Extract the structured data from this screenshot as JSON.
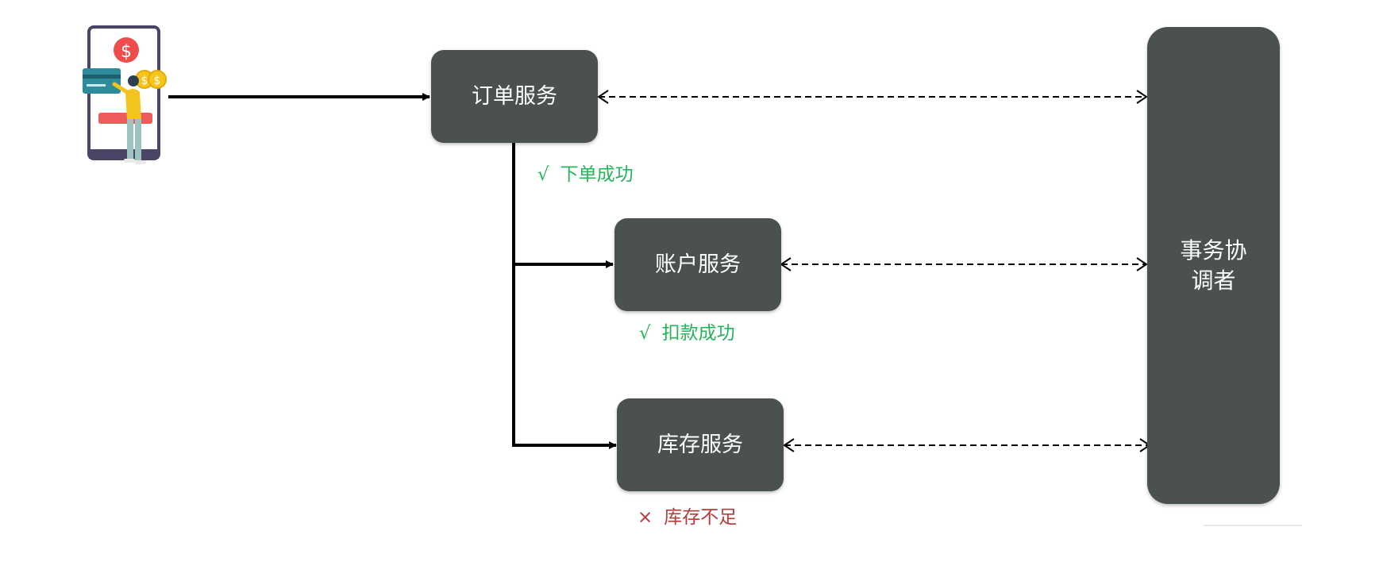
{
  "nodes": {
    "order": {
      "label": "订单服务"
    },
    "account": {
      "label": "账户服务"
    },
    "storage": {
      "label": "库存服务"
    },
    "coordinator": {
      "label": "事务协调者"
    }
  },
  "statuses": {
    "order": {
      "mark": "√",
      "text": "下单成功"
    },
    "account": {
      "mark": "√",
      "text": "扣款成功"
    },
    "storage": {
      "mark": "×",
      "text": "库存不足"
    }
  },
  "icons": {
    "user": "mobile-payment-user-icon",
    "coin": "dollar-sign-icon"
  },
  "colors": {
    "box": "#4b5151",
    "success": "#25b55a",
    "failure": "#b83b3b",
    "arrow": "#000000"
  }
}
